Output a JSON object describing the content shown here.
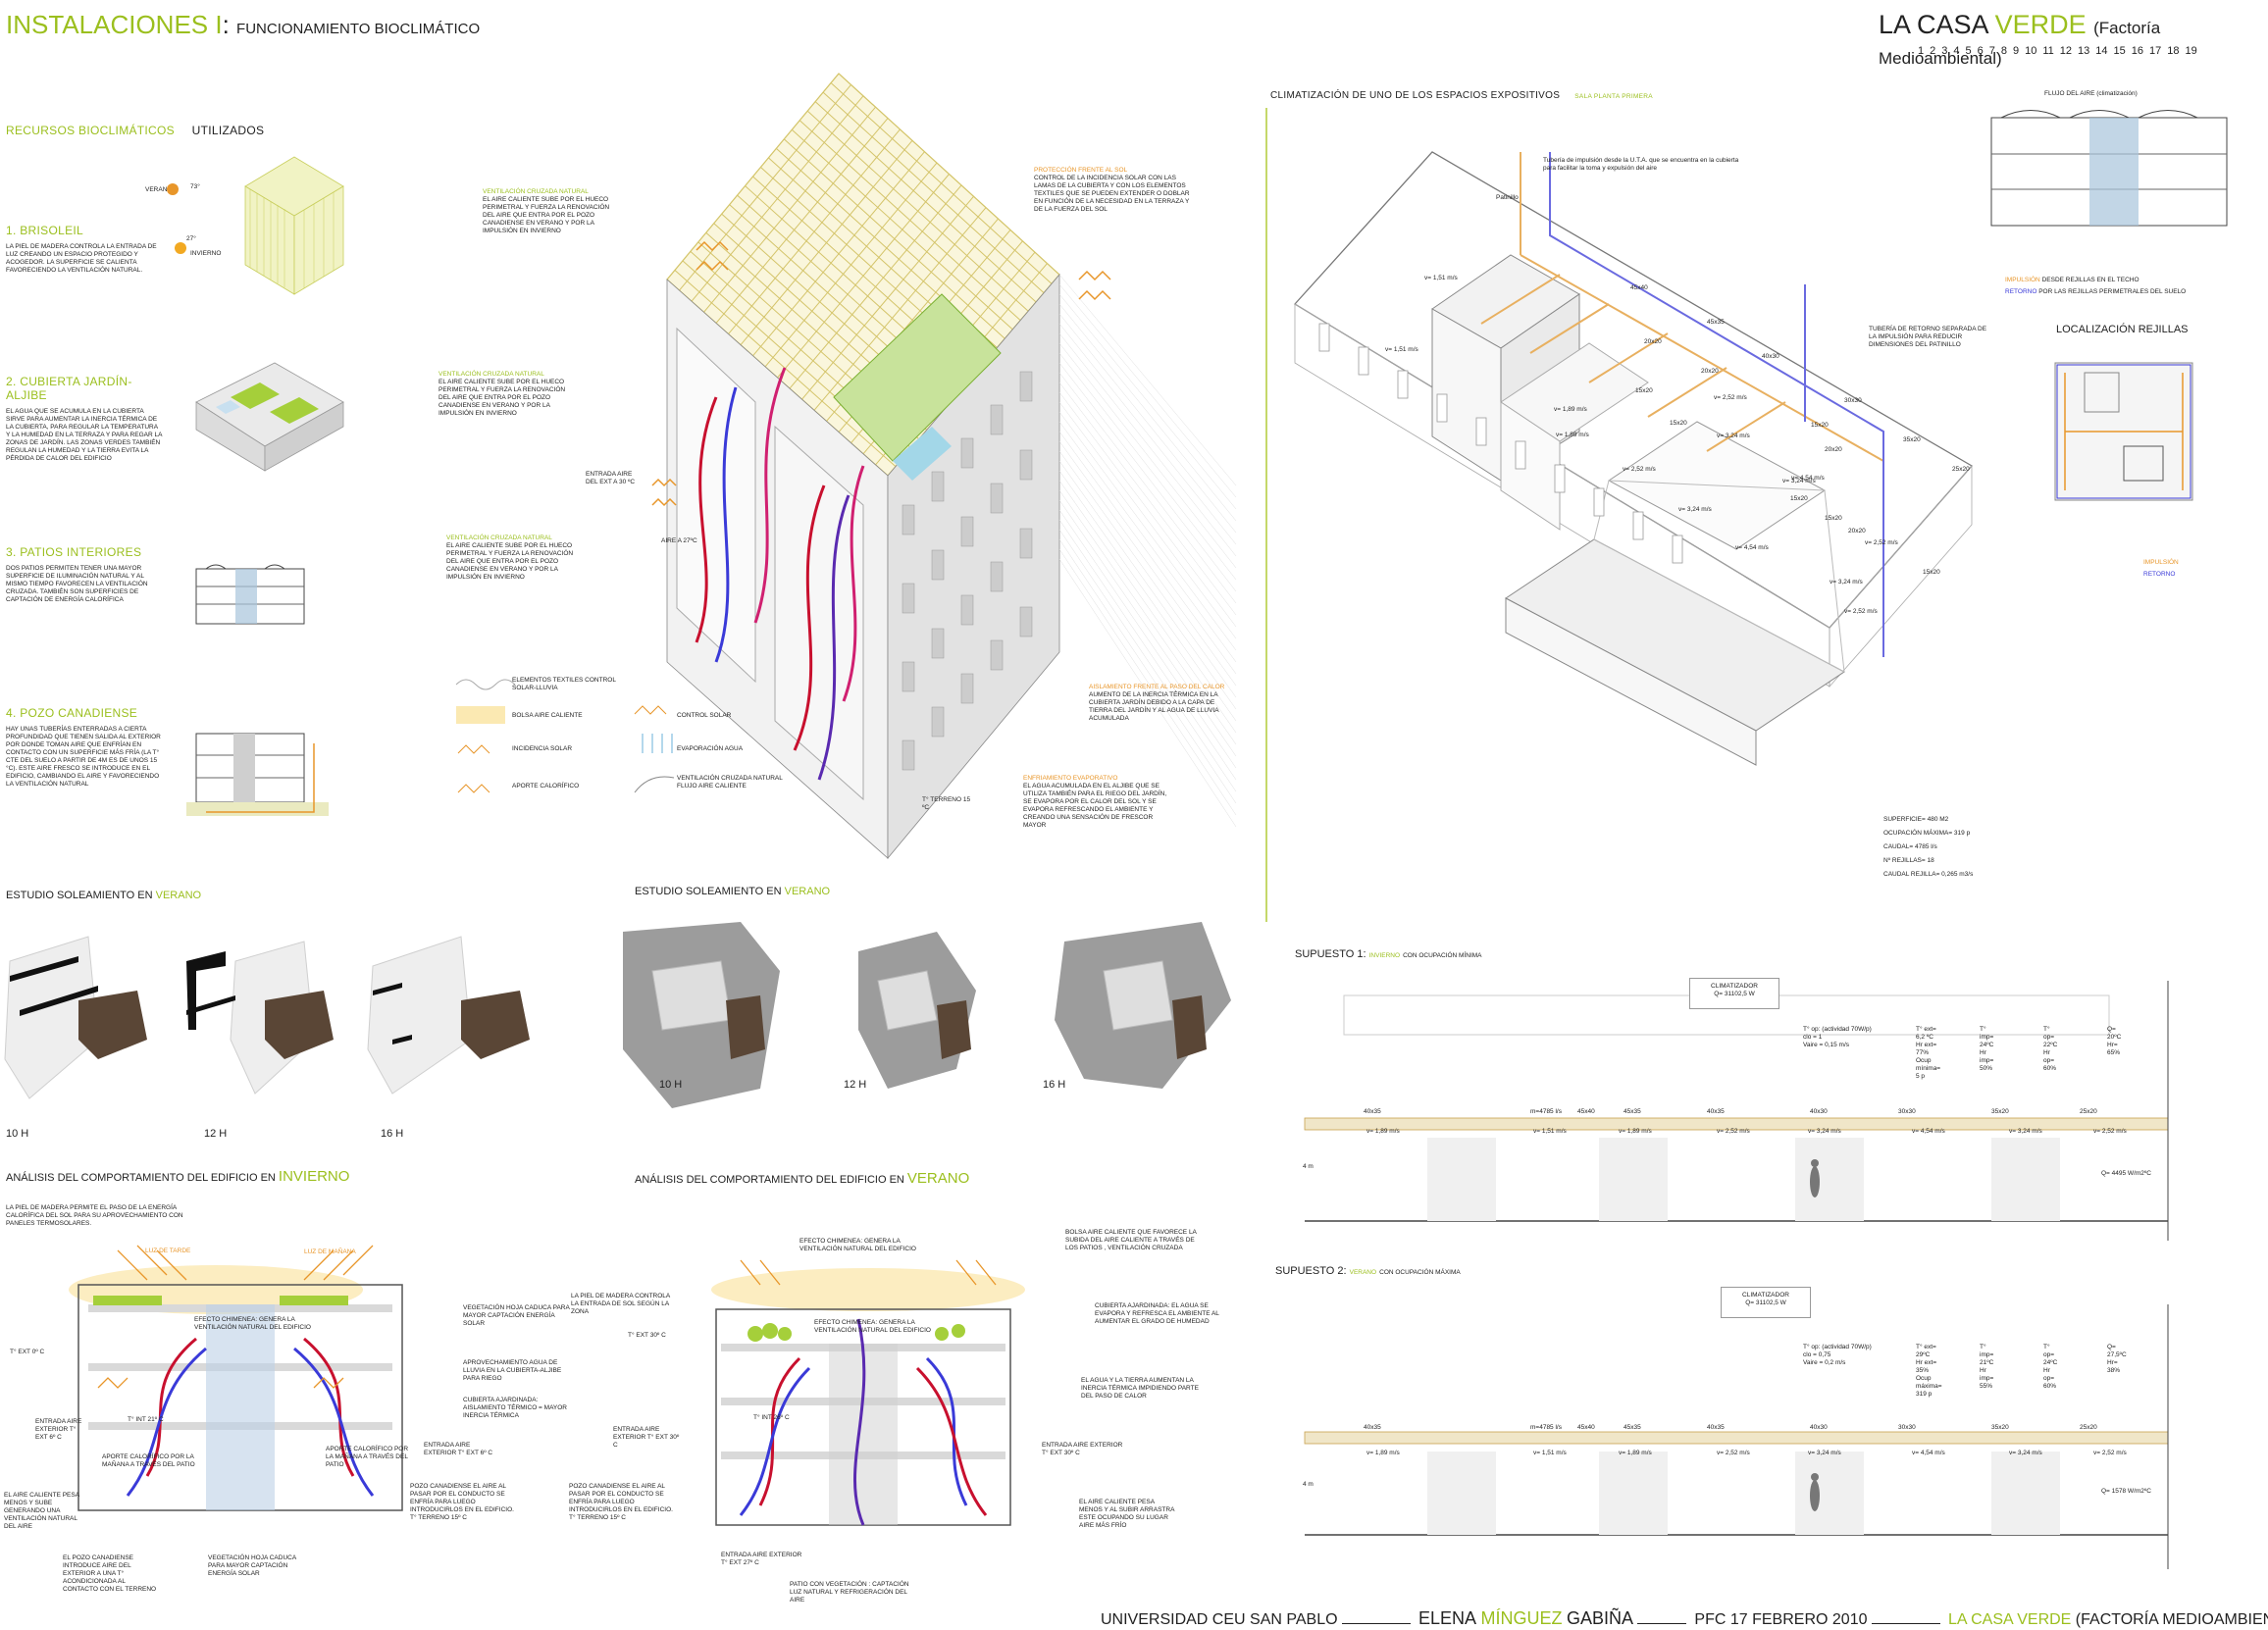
{
  "header": {
    "title_main": "INSTALACIONES I",
    "title_sep": ":",
    "title_sub": "FUNCIONAMIENTO BIOCLIMÁTICO",
    "brand_main": "LA CASA",
    "brand_green": "VERDE",
    "brand_paren": "(Factoría Medioambiental)",
    "page_numbers": [
      "1",
      "2",
      "3",
      "4",
      "5",
      "6",
      "7",
      "8",
      "9",
      "10",
      "11",
      "12",
      "13",
      "14",
      "15",
      "16",
      "17",
      "18",
      "19"
    ]
  },
  "left": {
    "resources_label": "RECURSOS BIOCLIMÁTICOS",
    "resources_used": "UTILIZADOS",
    "verano_label": "VERANO",
    "verano_angle": "73°",
    "invierno_label": "INVIERNO",
    "invierno_angle": "27°",
    "items": [
      {
        "num": "1.",
        "title": "BRISOLEIL",
        "text": "LA PIEL DE MADERA CONTROLA LA ENTRADA DE LUZ CREANDO UN ESPACIO PROTEGIDO Y ACOGEDOR. LA SUPERFICIE SE CALIENTA FAVORECIENDO LA VENTILACIÓN NATURAL."
      },
      {
        "num": "2.",
        "title": "CUBIERTA JARDÍN-ALJIBE",
        "text": "EL AGUA QUE SE ACUMULA EN LA CUBIERTA SIRVE PARA AUMENTAR LA INERCIA TÉRMICA DE LA CUBIERTA, PARA REGULAR LA TEMPERATURA Y LA HUMEDAD EN LA TERRAZA Y PARA REGAR LA ZONAS DE JARDÍN. LAS ZONAS VERDES TAMBIÉN REGULAN LA HUMEDAD Y LA TIERRA EVITA LA PÉRDIDA DE CALOR DEL EDIFICIO"
      },
      {
        "num": "3.",
        "title": "PATIOS INTERIORES",
        "text": "DOS PATIOS PERMITEN TENER UNA MAYOR SUPERFICIE DE ILUMINACIÓN NATURAL Y AL MISMO TIEMPO FAVORECEN LA VENTILACIÓN CRUZADA. TAMBIÉN SON SUPERFICIES DE CAPTACIÓN DE ENERGÍA CALORÍFICA"
      },
      {
        "num": "4.",
        "title": "POZO CANADIENSE",
        "text": "HAY UNAS TUBERÍAS ENTERRADAS A CIERTA PROFUNDIDAD QUE TIENEN SALIDA AL EXTERIOR POR DONDE TOMAN AIRE QUE ENFRÍAN EN CONTACTO CON UN SUPERFICIE MÁS FRÍA (LA T° CTE DEL SUELO A PARTIR DE 4M ES DE UNOS 15 °C). ESTE AIRE FRESCO SE INTRODUCE EN EL EDIFICIO, CAMBIANDO EL AIRE Y FAVORECIENDO LA VENTILACIÓN NATURAL"
      }
    ]
  },
  "axo": {
    "notes": [
      {
        "title": "VENTILACIÓN CRUZADA NATURAL",
        "text": "EL AIRE CALIENTE SUBE POR EL HUECO PERIMETRAL Y FUERZA LA RENOVACIÓN DEL AIRE QUE ENTRA POR EL POZO CANADIENSE EN VERANO Y POR LA IMPULSIÓN EN INVIERNO"
      },
      {
        "title": "VENTILACIÓN CRUZADA NATURAL",
        "text": "EL AIRE CALIENTE SUBE POR EL HUECO PERIMETRAL Y FUERZA LA RENOVACIÓN DEL AIRE QUE ENTRA POR EL POZO CANADIENSE EN VERANO Y POR LA IMPULSIÓN EN INVIERNO"
      },
      {
        "title": "VENTILACIÓN CRUZADA NATURAL",
        "text": "EL AIRE CALIENTE SUBE POR EL HUECO PERIMETRAL Y FUERZA LA RENOVACIÓN DEL AIRE QUE ENTRA POR EL POZO CANADIENSE EN VERANO Y POR LA IMPULSIÓN EN INVIERNO"
      },
      {
        "title": "PROTECCIÓN FRENTE AL SOL",
        "text": "CONTROL DE LA INCIDENCIA SOLAR CON LAS LAMAS DE LA CUBIERTA Y CON LOS ELEMENTOS TEXTILES QUE SE PUEDEN EXTENDER O DOBLAR EN FUNCIÓN DE LA NECESIDAD EN LA TERRAZA Y DE LA FUERZA DEL SOL"
      },
      {
        "title": "AISLAMIENTO FRENTE AL PASO DEL CALOR",
        "text": "AUMENTO DE LA INERCIA TÉRMICA EN LA CUBIERTA JARDÍN DEBIDO A LA CAPA DE TIERRA DEL JARDÍN Y AL AGUA DE LLUVIA ACUMULADA"
      },
      {
        "title": "ENFRIAMIENTO EVAPORATIVO",
        "text": "EL AGUA ACUMULADA EN EL ALJIBE QUE SE UTILIZA TAMBIÉN PARA EL RIEGO DEL JARDÍN, SE EVAPORA POR EL CALOR DEL SOL Y SE EVAPORA REFRESCANDO EL AMBIENTE Y CREANDO UNA SENSACIÓN DE FRESCOR MAYOR"
      }
    ],
    "entrada_aire": "ENTRADA AIRE DEL EXT A 30 ºC",
    "aire_27": "AIRE A 27ºC",
    "t_terreno": "T° TERRENO 15 ºC",
    "legend": [
      {
        "label": "ELEMENTOS TEXTILES CONTROL SOLAR-LLUVIA"
      },
      {
        "label": "BOLSA AIRE CALIENTE"
      },
      {
        "label": "CONTROL SOLAR"
      },
      {
        "label": "INCIDENCIA SOLAR"
      },
      {
        "label": "EVAPORACIÓN AGUA"
      },
      {
        "label": "APORTE CALORÍFICO"
      },
      {
        "label": "VENTILACIÓN CRUZADA NATURAL FLUJO AIRE CALIENTE"
      }
    ]
  },
  "soleamiento": {
    "left_title": "ESTUDIO SOLEAMIENTO EN",
    "left_season": "VERANO",
    "right_title": "ESTUDIO SOLEAMIENTO EN",
    "right_season": "VERANO",
    "hours": [
      "10 H",
      "12 H",
      "16 H"
    ]
  },
  "analysis": {
    "winter_title": "ANÁLISIS DEL COMPORTAMIENTO DEL EDIFICIO EN",
    "winter_season": "INVIERNO",
    "summer_title": "ANÁLISIS DEL COMPORTAMIENTO DEL EDIFICIO EN",
    "summer_season": "VERANO",
    "winter_notes": {
      "top": "LA PIEL DE MADERA PERMITE EL PASO DE LA ENERGÍA CALORÍFICA DEL SOL PARA SU APROVECHAMIENTO CON PANELES TERMOSOLARES.",
      "luz_tarde": "LUZ DE TARDE",
      "luz_manana": "LUZ DE MAÑANA",
      "chimenea": "EFECTO CHIMENEA: GENERA LA VENTILACIÓN NATURAL DEL EDIFICIO",
      "vegetacion": "VEGETACIÓN HOJA CADUCA PARA MAYOR CAPTACIÓN ENERGÍA SOLAR",
      "agua": "APROVECHAMIENTO AGUA DE LLUVIA EN LA CUBIERTA-ALJIBE PARA RIEGO",
      "cubierta": "CUBIERTA AJARDINADA: AISLAMIENTO TÉRMICO = MAYOR INERCIA TÉRMICA",
      "t_ext": "T° EXT 0º C",
      "t_int": "T° INT 21º C",
      "entrada": "ENTRADA AIRE EXTERIOR T° EXT 6º C",
      "aporte_patio": "APORTE CALORÍFICO POR LA MAÑANA A TRAVÉS DEL PATIO",
      "aporte_manana": "APORTE CALORÍFICO POR LA MAÑANA A TRAVÉS DEL PATIO",
      "entrada_der": "ENTRADA AIRE EXTERIOR T° EXT 6º C",
      "aire_caliente": "EL AIRE CALIENTE PESA MENOS Y SUBE GENERANDO UNA VENTILACIÓN NATURAL DEL AIRE",
      "pozo": "POZO CANADIENSE EL AIRE AL PASAR POR EL CONDUCTO SE ENFRÍA PARA LUEGO INTRODUCIRLOS EN EL EDIFICIO. T° TERRENO 15º C",
      "pozo_bottom": "EL POZO CANADIENSE INTRODUCE AIRE DEL EXTERIOR A UNA T° ACONDICIONADA AL CONTACTO CON EL TERRENO",
      "veg_bottom": "VEGETACIÓN HOJA CADUCA PARA MAYOR CAPTACIÓN ENERGÍA SOLAR"
    },
    "summer_notes": {
      "chimenea_top": "EFECTO CHIMENEA: GENERA LA VENTILACIÓN NATURAL DEL EDIFICIO",
      "bolsa": "BOLSA AIRE CALIENTE QUE FAVORECE LA SUBIDA DEL AIRE CALIENTE A TRAVÉS DE LOS PATIOS , VENTILACIÓN CRUZADA",
      "piel": "LA PIEL DE MADERA CONTROLA LA ENTRADA DE SOL SEGÚN LA ZONA",
      "t_ext": "T° EXT 30º C",
      "cubierta": "CUBIERTA AJARDINADA: EL AGUA SE EVAPORA Y REFRESCA EL AMBIENTE AL AUMENTAR EL GRADO DE HUMEDAD",
      "agua_tierra": "EL AGUA Y LA TIERRA AUMENTAN LA INERCIA TÉRMICA IMPIDIENDO PARTE DEL PASO DE CALOR",
      "entrada": "ENTRADA AIRE EXTERIOR T° EXT 30º C",
      "t_int": "T° INT 26º C",
      "entrada_der": "ENTRADA AIRE EXTERIOR T° EXT 30º C",
      "pozo": "POZO CANADIENSE EL AIRE AL PASAR POR EL CONDUCTO SE ENFRÍA PARA LUEGO INTRODUCIRLOS EN EL EDIFICIO. T° TERRENO 15º C",
      "aire_caliente": "EL AIRE CALIENTE PESA MENOS Y AL SUBIR ARRASTRA ESTE OCUPANDO SU LUGAR AIRE MÁS FRÍO",
      "entrada_bottom": "ENTRADA AIRE EXTERIOR T° EXT 27º C",
      "patio": "PATIO CON VEGETACIÓN : CAPTACIÓN LUZ NATURAL Y REFRIGERACIÓN DEL AIRE"
    }
  },
  "clima": {
    "title": "CLIMATIZACIÓN DE UNO DE LOS ESPACIOS EXPOSITIVOS",
    "subtitle": "SALA PLANTA PRIMERA",
    "flujo_title": "FLUJO DEL AIRE (climatización)",
    "tuberia_imp": "Tubería de impulsión desde la U.T.A. que se encuentra en la cubierta para facilitar la toma y expulsión del aire",
    "patinillo": "Patinillo",
    "tuberia_ret": "TUBERÍA DE RETORNO SEPARADA DE LA IMPULSIÓN PARA REDUCIR DIMENSIONES DEL PATINILLO",
    "imp_label": "IMPULSIÓN",
    "imp_text": "DESDE REJILLAS EN EL TECHO",
    "ret_label": "RETORNO",
    "ret_text": "POR LAS REJILLAS PERIMETRALES DEL SUELO",
    "localizacion": "LOCALIZACIÓN REJILLAS",
    "loc_imp": "IMPULSIÓN",
    "loc_ret": "RETORNO",
    "ducts": [
      "45x40",
      "45x35",
      "20x20",
      "40x30",
      "20x20",
      "15x20",
      "30x30",
      "15x20",
      "15x20",
      "35x20",
      "20x20",
      "25x20",
      "15x20",
      "15x20",
      "20x20",
      "15x20"
    ],
    "velocities": [
      "v= 1,51 m/s",
      "v= 1,51 m/s",
      "v= 1,89 m/s",
      "v= 2,52 m/s",
      "v= 1,89 m/s",
      "v= 2,52 m/s",
      "v= 3,24 m/s",
      "v= 3,24 m/s",
      "v= 4,54 m/s",
      "v= 3,24 m/s",
      "v= 4,54 m/s",
      "v= 3,24 m/s",
      "v= 2,52 m/s",
      "v= 2,52 m/s"
    ],
    "stats": [
      "SUPERFICIE= 480 M2",
      "OCUPACIÓN MÁXIMA= 319 p",
      "CAUDAL= 4785 l/s",
      "Nº REJILLAS= 18",
      "CAUDAL REJILLA= 0,265 m3/s"
    ]
  },
  "supuestos": [
    {
      "label": "SUPUESTO 1:",
      "season": "INVIERNO",
      "desc": "CON OCUPACIÓN MÍNIMA",
      "climatizador": "CLIMATIZADOR",
      "q": "Q= 31102,5 W",
      "params_left": [
        "T° op: (actividad 70W/p)",
        "clo = 1",
        "Vaire = 0,15 m/s"
      ],
      "params_cols": [
        [
          "T° ext= 6,2 ºC",
          "Hr ext= 77%",
          "Ocup mínima= 5 p"
        ],
        [
          "T° imp= 24ºC",
          "Hr imp= 50%"
        ],
        [
          "T° op= 22ºC",
          "Hr op= 60%"
        ],
        [
          "Q= 20ºC",
          "Hr= 65%"
        ]
      ],
      "ducts": [
        "40x35",
        "m=4785 l/s",
        "45x40",
        "45x35",
        "40x35",
        "40x30",
        "30x30",
        "35x20",
        "25x20"
      ],
      "vels": [
        "v= 1,89 m/s",
        "v= 1,51 m/s",
        "v= 1,89 m/s",
        "v= 2,52 m/s",
        "v= 3,24 m/s",
        "v= 4,54 m/s",
        "v= 3,24 m/s",
        "v= 2,52 m/s"
      ],
      "height": "4 m",
      "q_right": "Q= 4495 W/m2ºC"
    },
    {
      "label": "SUPUESTO 2:",
      "season": "VERANO",
      "desc": "CON OCUPACIÓN MÁXIMA",
      "climatizador": "CLIMATIZADOR",
      "q": "Q= 31102,5 W",
      "params_left": [
        "T° op: (actividad 70W/p)",
        "clo = 0,75",
        "Vaire = 0,2 m/s"
      ],
      "params_cols": [
        [
          "T° ext= 29ºC",
          "Hr ext= 35%",
          "Ocup máxima= 319 p"
        ],
        [
          "T° imp= 21ºC",
          "Hr imp= 55%"
        ],
        [
          "T° op= 24ºC",
          "Hr op= 60%"
        ],
        [
          "Q= 27,5ºC",
          "Hr= 38%"
        ]
      ],
      "ducts": [
        "40x35",
        "m=4785 l/s",
        "45x40",
        "45x35",
        "40x35",
        "40x30",
        "30x30",
        "35x20",
        "25x20"
      ],
      "vels": [
        "v= 1,89 m/s",
        "v= 1,51 m/s",
        "v= 1,89 m/s",
        "v= 2,52 m/s",
        "v= 3,24 m/s",
        "v= 4,54 m/s",
        "v= 3,24 m/s",
        "v= 2,52 m/s"
      ],
      "height": "4 m",
      "q_right": "Q= 1578 W/m2ºC"
    }
  ],
  "footer": {
    "uni": "UNIVERSIDAD CEU SAN PABLO",
    "author_a": "ELENA",
    "author_b": "MÍNGUEZ",
    "author_c": "GABIÑA",
    "pfc": "PFC 17 FEBRERO 2010",
    "casa": "LA CASA VERDE",
    "factoria": "(FACTORÍA MEDIOAMBIENTAL)"
  },
  "colors": {
    "accent_green": "#9bbf1e",
    "orange": "#e8962a",
    "blue": "#3a3ad8",
    "red": "#c8102e"
  }
}
